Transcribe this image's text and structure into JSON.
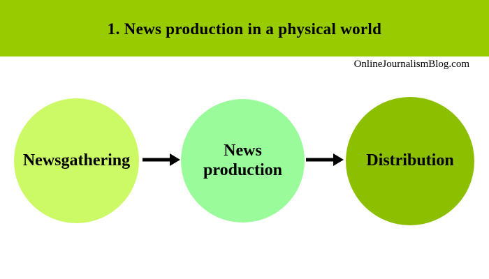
{
  "header": {
    "title": "1. News production in a physical world",
    "bg_color": "#99CC00"
  },
  "credit": {
    "text": "OnlineJournalismBlog.com"
  },
  "diagram": {
    "arrow_color": "#000000",
    "nodes": [
      {
        "id": "newsgathering",
        "label": "Newsgathering",
        "color": "#CCFA66"
      },
      {
        "id": "news-production",
        "label": "News\nproduction",
        "color": "#99FB99"
      },
      {
        "id": "distribution",
        "label": "Distribution",
        "color": "#8CBF00"
      }
    ]
  }
}
